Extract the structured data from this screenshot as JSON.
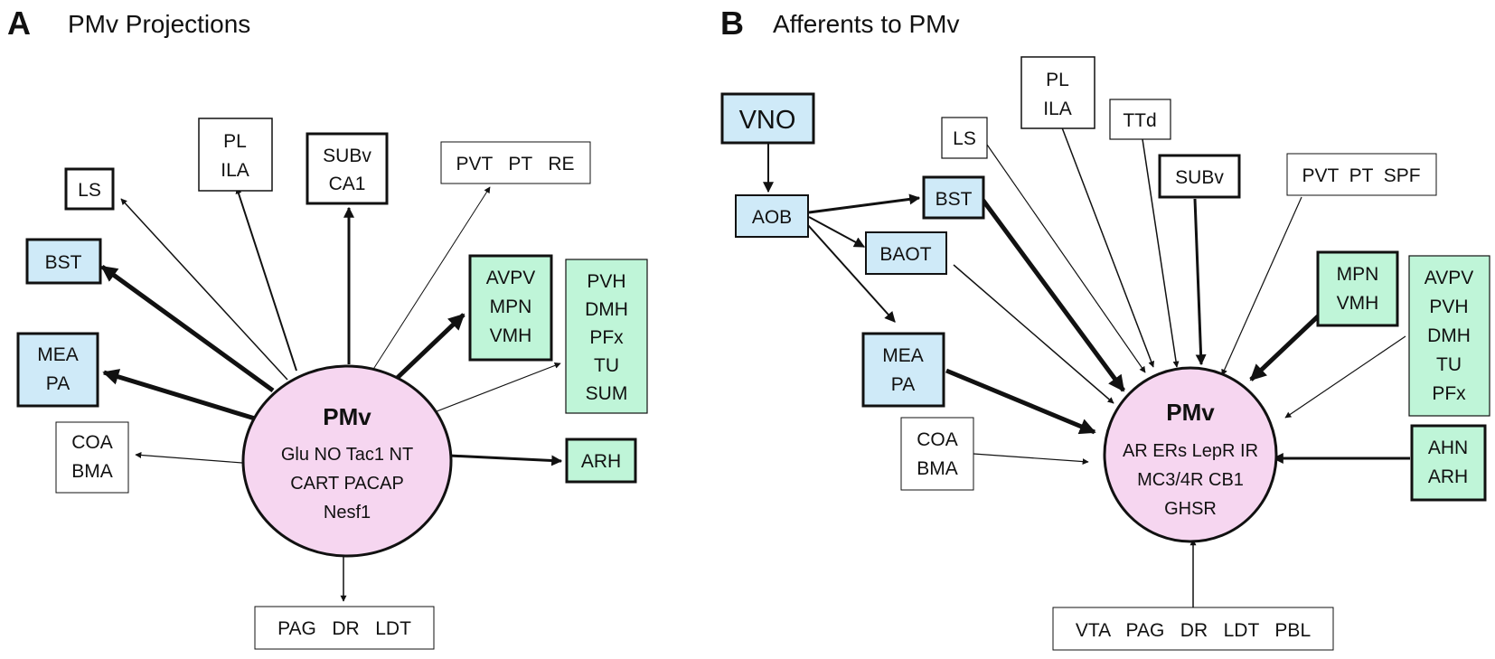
{
  "panels": [
    {
      "letter": "A",
      "title": "PMv Projections",
      "hub": {
        "title": "PMv",
        "lines": [
          "Glu NO Tac1 NT",
          "CART PACAP",
          "Nesf1"
        ]
      },
      "boxes": {
        "ls": [
          "LS"
        ],
        "pl_ila": [
          "PL",
          "ILA"
        ],
        "subv_ca1": [
          "SUBv",
          "CA1"
        ],
        "pvt_pt_re": [
          "PVT   PT   RE"
        ],
        "bst": [
          "BST"
        ],
        "avpv_mpn_vmh": [
          "AVPV",
          "MPN",
          "VMH"
        ],
        "pvh_group": [
          "PVH",
          "DMH",
          "PFx",
          "TU",
          "SUM"
        ],
        "mea_pa": [
          "MEA",
          "PA"
        ],
        "coa_bma": [
          "COA",
          "BMA"
        ],
        "arh": [
          "ARH"
        ],
        "pag_dr_ldt": [
          "PAG   DR   LDT"
        ]
      }
    },
    {
      "letter": "B",
      "title": "Afferents to PMv",
      "hub": {
        "title": "PMv",
        "lines": [
          "AR  ERs LepR IR",
          "MC3/4R CB1",
          "GHSR"
        ]
      },
      "boxes": {
        "vno": [
          "VNO"
        ],
        "aob": [
          "AOB"
        ],
        "pl_ila": [
          "PL",
          "ILA"
        ],
        "ttd": [
          "TTd"
        ],
        "ls": [
          "LS"
        ],
        "bst": [
          "BST"
        ],
        "subv": [
          "SUBv"
        ],
        "pvt_pt_spf": [
          "PVT  PT  SPF"
        ],
        "baot": [
          "BAOT"
        ],
        "mpn_vmh": [
          "MPN",
          "VMH"
        ],
        "avpv_group": [
          "AVPV",
          "PVH",
          "DMH",
          "TU",
          "PFx"
        ],
        "mea_pa": [
          "MEA",
          "PA"
        ],
        "coa_bma": [
          "COA",
          "BMA"
        ],
        "ahn_arh": [
          "AHN",
          "ARH"
        ],
        "vta_group": [
          "VTA   PAG   DR   LDT   PBL"
        ]
      }
    }
  ],
  "colors": {
    "blue": "#cfeaf8",
    "green": "#bff5d8",
    "hub_fill": "#f6d6f0",
    "white": "#ffffff",
    "stroke": "#111111"
  }
}
